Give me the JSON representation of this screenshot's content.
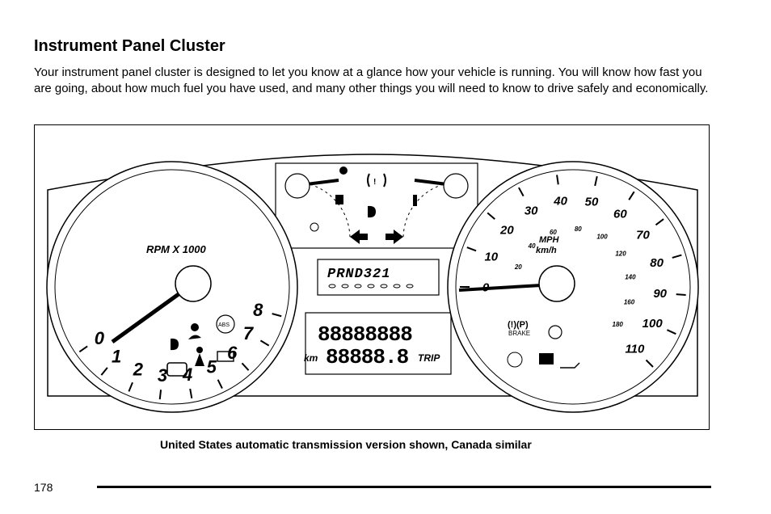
{
  "heading": "Instrument Panel Cluster",
  "intro": "Your instrument panel cluster is designed to let you know at a glance how your vehicle is running. You will know how fast you are going, about how much fuel you have used, and many other things you will need to know to drive safely and economically.",
  "figure": {
    "tachometer": {
      "label": "RPM X 1000",
      "ticks": [
        "0",
        "1",
        "2",
        "3",
        "4",
        "5",
        "6",
        "7",
        "8"
      ],
      "redline_start": 6
    },
    "speedometer": {
      "mph_label": "MPH",
      "kmh_label": "km/h",
      "mph_ticks": [
        "0",
        "10",
        "20",
        "30",
        "40",
        "50",
        "60",
        "70",
        "80",
        "90",
        "100",
        "110"
      ],
      "kmh_ticks": [
        "20",
        "40",
        "60",
        "80",
        "100",
        "120",
        "140",
        "160",
        "180"
      ]
    },
    "prnd": "PRND321",
    "odometer": "88888888",
    "trip_value": "88888.8",
    "km_label": "km",
    "trip_label": "TRIP",
    "abs_label": "ABS",
    "brake_label": "BRAKE",
    "brake_symbol": "(!)(P)"
  },
  "caption": "United States automatic transmission version shown, Canada similar",
  "page_number": "178"
}
